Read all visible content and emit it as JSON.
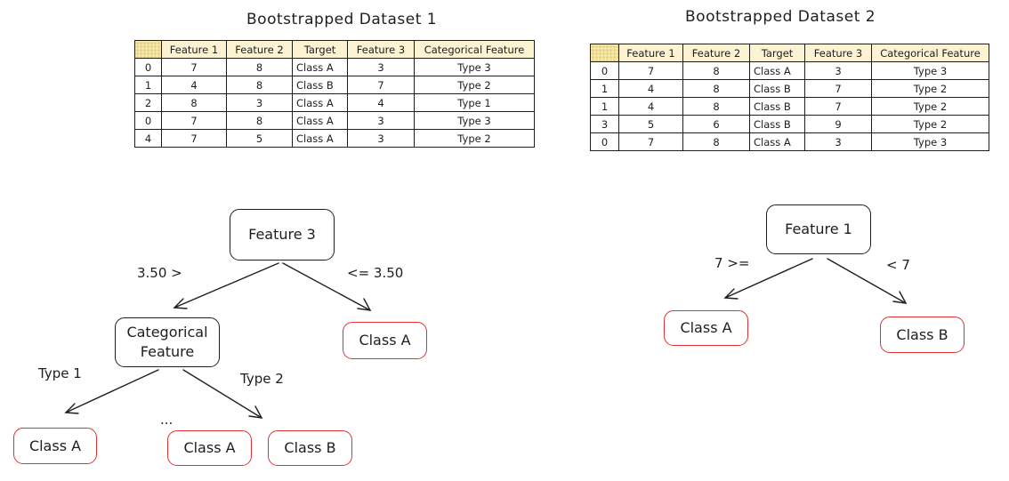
{
  "datasets": [
    {
      "title": "Bootstrapped Dataset 1",
      "headers": [
        "",
        "Feature 1",
        "Feature 2",
        "Target",
        "Feature 3",
        "Categorical Feature"
      ],
      "rows": [
        [
          "0",
          "7",
          "8",
          "Class A",
          "3",
          "Type 3"
        ],
        [
          "1",
          "4",
          "8",
          "Class B",
          "7",
          "Type 2"
        ],
        [
          "2",
          "8",
          "3",
          "Class A",
          "4",
          "Type 1"
        ],
        [
          "0",
          "7",
          "8",
          "Class A",
          "3",
          "Type 3"
        ],
        [
          "4",
          "7",
          "5",
          "Class A",
          "3",
          "Type 2"
        ]
      ]
    },
    {
      "title": "Bootstrapped Dataset 2",
      "headers": [
        "",
        "Feature 1",
        "Feature 2",
        "Target",
        "Feature 3",
        "Categorical Feature"
      ],
      "rows": [
        [
          "0",
          "7",
          "8",
          "Class A",
          "3",
          "Type 3"
        ],
        [
          "1",
          "4",
          "8",
          "Class B",
          "7",
          "Type 2"
        ],
        [
          "1",
          "4",
          "8",
          "Class B",
          "7",
          "Type 2"
        ],
        [
          "3",
          "5",
          "6",
          "Class B",
          "9",
          "Type 2"
        ],
        [
          "0",
          "7",
          "8",
          "Class A",
          "3",
          "Type 3"
        ]
      ]
    }
  ],
  "tree1": {
    "root": "Feature 3",
    "left_edge": "3.50 >",
    "right_edge": "<= 3.50",
    "inner_node": "Categorical Feature",
    "right_leaf": "Class A",
    "type1_edge": "Type 1",
    "type2_edge": "Type 2",
    "ellipsis": "...",
    "leaves": [
      "Class A",
      "Class A",
      "Class B"
    ]
  },
  "tree2": {
    "root": "Feature 1",
    "left_edge": "7 >=",
    "right_edge": "< 7",
    "left_leaf": "Class A",
    "right_leaf": "Class B"
  },
  "colors": {
    "stroke": "#1e1e1e",
    "leaf_border": "#e03131",
    "header_fill": "#fbf3d2"
  }
}
